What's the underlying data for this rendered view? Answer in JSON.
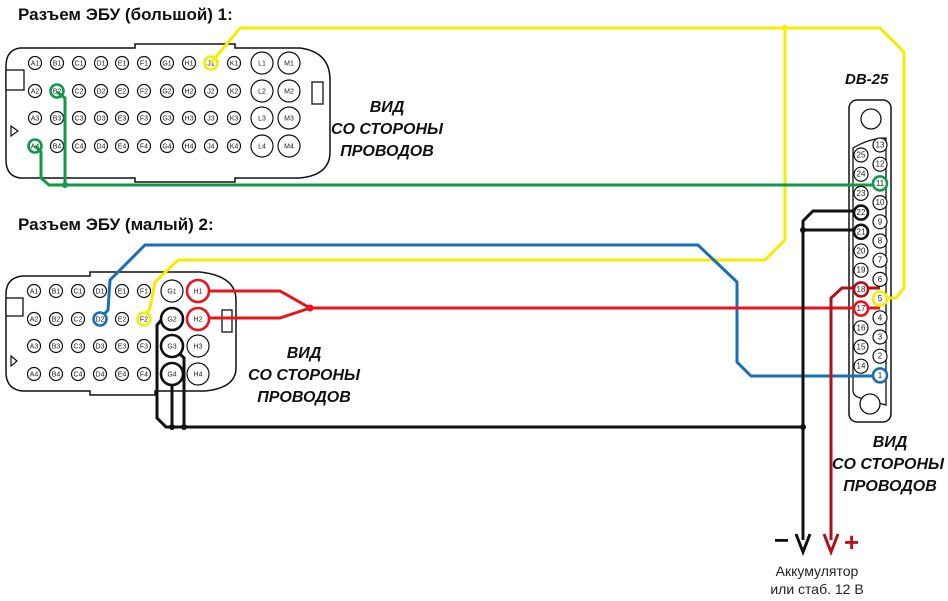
{
  "connector1": {
    "title": "Разъем ЭБУ (большой) 1:",
    "view_label": [
      "ВИД",
      "СО СТОРОНЫ",
      "ПРОВОДОВ"
    ],
    "rows": [
      [
        "A1",
        "B1",
        "C1",
        "D1",
        "E1",
        "F1",
        "G1",
        "H1",
        "J1",
        "K1",
        "L1",
        "M1"
      ],
      [
        "A2",
        "B2",
        "C2",
        "D2",
        "E2",
        "F2",
        "G2",
        "H2",
        "J2",
        "K2",
        "L2",
        "M2"
      ],
      [
        "A3",
        "B3",
        "C3",
        "D3",
        "E3",
        "F3",
        "G3",
        "H3",
        "J3",
        "K3",
        "L3",
        "M3"
      ],
      [
        "A4",
        "B4",
        "C4",
        "D4",
        "E4",
        "F4",
        "G4",
        "H4",
        "J4",
        "K4",
        "L4",
        "M4"
      ]
    ],
    "highlighted": {
      "J1": "yellow",
      "B2": "green",
      "A4": "green"
    }
  },
  "connector2": {
    "title": "Разъем ЭБУ (малый)  2:",
    "view_label": [
      "ВИД",
      "СО СТОРОНЫ",
      "ПРОВОДОВ"
    ],
    "rows": [
      [
        "A1",
        "B1",
        "C1",
        "D1",
        "E1",
        "F1",
        "G1",
        "H1"
      ],
      [
        "A2",
        "B2",
        "C2",
        "D2",
        "E2",
        "F2",
        "G2",
        "H2"
      ],
      [
        "A3",
        "B3",
        "C3",
        "D3",
        "E3",
        "F3",
        "G3",
        "H3"
      ],
      [
        "A4",
        "B4",
        "C4",
        "D4",
        "E4",
        "F4",
        "G4",
        "H4"
      ]
    ],
    "highlighted": {
      "D2": "blue",
      "F2": "yellow",
      "H1": "red",
      "H2": "red",
      "G2": "black",
      "G3": "black",
      "G4": "black"
    }
  },
  "db25": {
    "title": "DB-25",
    "view_label": [
      "ВИД",
      "СО СТОРОНЫ",
      "ПРОВОДОВ"
    ],
    "right_column": [
      "13",
      "12",
      "11",
      "10",
      "9",
      "8",
      "7",
      "6",
      "5",
      "4",
      "3",
      "2",
      "1"
    ],
    "left_column": [
      "25",
      "24",
      "23",
      "22",
      "21",
      "20",
      "19",
      "18",
      "17",
      "16",
      "15",
      "14"
    ],
    "highlighted": {
      "11": "green",
      "22": "black",
      "21": "black",
      "18": "darkred",
      "17": "red",
      "5": "yellow",
      "1": "blue"
    }
  },
  "battery": {
    "minus": "−",
    "plus": "+",
    "label_line1": "Аккумулятор",
    "label_line2": "или стаб. 12 В"
  },
  "colors": {
    "yellow": "#f5ec00",
    "green": "#0f9a4a",
    "blue": "#1a6fb4",
    "red": "#e8141c",
    "darkred": "#b0101a",
    "black": "#111111"
  },
  "wires": [
    {
      "color": "yellow",
      "from": "connector1.J1",
      "to": "db25.5"
    },
    {
      "color": "yellow",
      "from": "connector2.F2",
      "to": "db25.5"
    },
    {
      "color": "green",
      "from": "connector1.B2",
      "to": "db25.11"
    },
    {
      "color": "green",
      "from": "connector1.A4",
      "to": "db25.11"
    },
    {
      "color": "blue",
      "from": "connector2.D2",
      "to": "db25.1"
    },
    {
      "color": "red",
      "from": "connector2.H1",
      "to": "db25.17"
    },
    {
      "color": "red",
      "from": "connector2.H2",
      "to": "db25.17"
    },
    {
      "color": "darkred",
      "from": "db25.18",
      "to": "battery.plus"
    },
    {
      "color": "black",
      "from": "connector2.G2",
      "to": "battery.minus"
    },
    {
      "color": "black",
      "from": "connector2.G3",
      "to": "battery.minus"
    },
    {
      "color": "black",
      "from": "connector2.G4",
      "to": "battery.minus"
    },
    {
      "color": "black",
      "from": "db25.22",
      "to": "battery.minus"
    },
    {
      "color": "black",
      "from": "db25.21",
      "to": "battery.minus"
    }
  ]
}
